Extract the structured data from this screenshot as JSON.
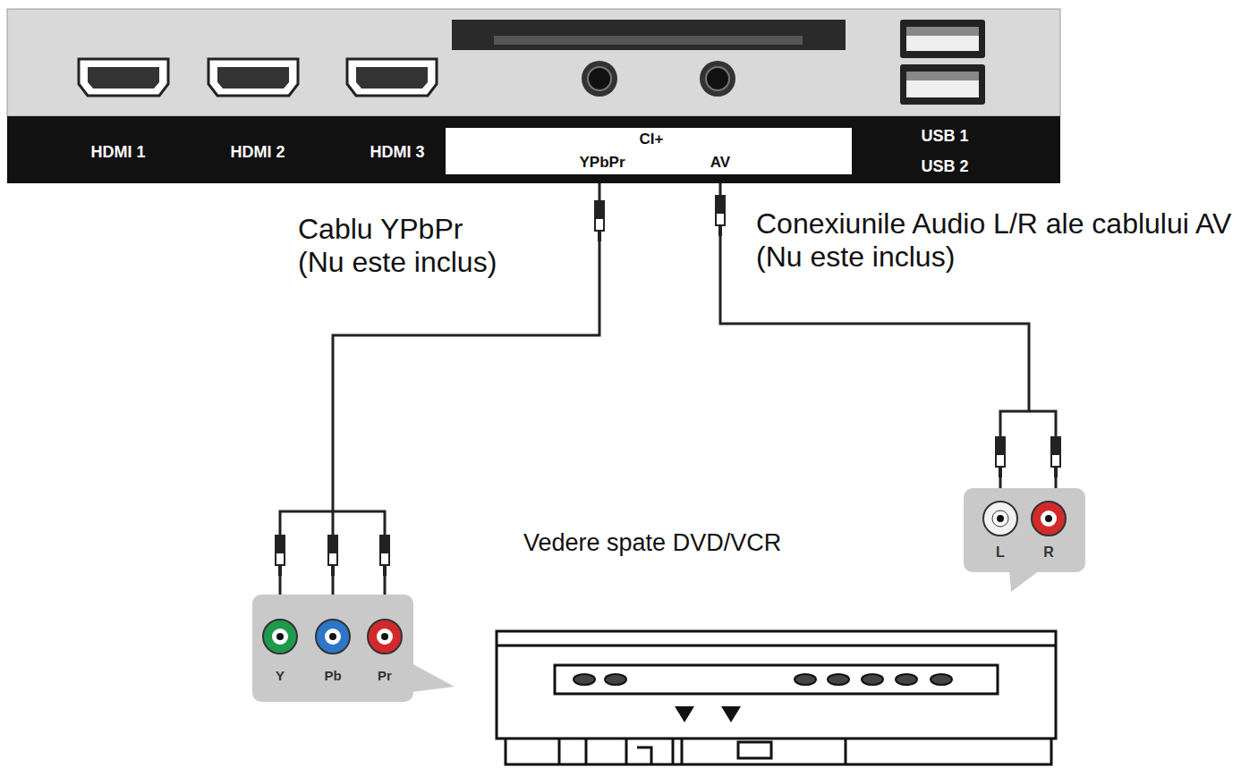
{
  "diagram": {
    "nodes": [
      {
        "text": [
          "HDMI 1",
          "HDMI 2",
          "HDMI 3",
          "USB 1",
          "USB 2"
        ]
      },
      {
        "text": [
          "CI+",
          "YPbPr",
          "AV"
        ],
        "in": 0
      },
      {
        "text": [
          "Y",
          "Pb",
          "Pr"
        ]
      },
      {
        "text": [
          "L",
          "R"
        ]
      }
    ],
    "edges": [
      {
        "from": 1,
        "to": 2,
        "arrow": "none",
        "label": "Cablu YPbPr (Nu este inclus)"
      },
      {
        "from": 1,
        "to": 3,
        "arrow": "none",
        "label": "Conexiunile Audio L/R ale cablului AV (Nu este inclus)"
      }
    ],
    "labels": [
      "Vedere spate DVD/VCR"
    ]
  }
}
